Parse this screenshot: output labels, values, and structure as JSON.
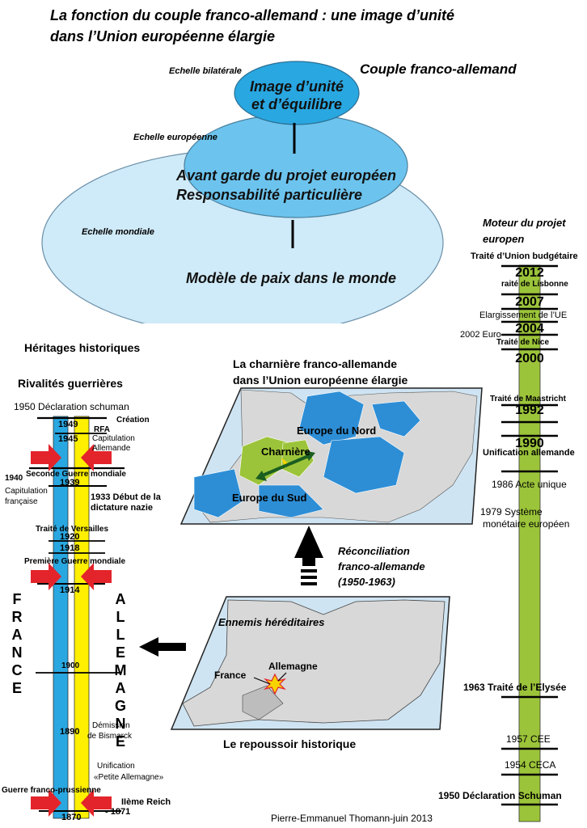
{
  "title": {
    "line1": "La fonction du couple franco-allemand : une image d’unité",
    "line2": "dans l’Union européenne élargie"
  },
  "ellipses": {
    "heading": "Couple franco-allemand",
    "scale_bilateral": "Echelle bilatérale",
    "scale_european": "Echelle européenne",
    "scale_world": "Echelle mondiale",
    "inner_line1": "Image d’unité",
    "inner_line2": "et d’équilibre",
    "middle_line1": "Avant garde du projet européen",
    "middle_line2": "Responsabilité particulière",
    "outer": "Modèle de paix dans le monde",
    "colors": {
      "inner": "#29a7e1",
      "middle": "#6cc4ee",
      "outer": "#cfeaf8"
    }
  },
  "left_timeline": {
    "heading": "Héritages historiques",
    "subheading": "Rivalités guerrières",
    "france_letters": [
      "F",
      "R",
      "A",
      "N",
      "C",
      "E"
    ],
    "germany_letters": [
      "A",
      "L",
      "L",
      "E",
      "M",
      "A",
      "G",
      "N",
      "E"
    ],
    "labels": {
      "declaration_1950": "1950 Déclaration schuman",
      "y1949": "1949",
      "creation": "Création",
      "rfa": "RFA",
      "y1945": "1945",
      "capitulation_all_1": "Capitulation",
      "capitulation_all_2": "Allemande",
      "ww2": "Seconde Guerre mondiale",
      "y1940": "1940",
      "y1939": "1939",
      "capitulation_fr_1": "Capitulation",
      "capitulation_fr_2": "française",
      "nazi_1": "1933 Début de la",
      "nazi_2": "dictature nazie",
      "versailles": "Traité de Versailles",
      "y1920": "1920",
      "y1918": "1918",
      "ww1": "Première Guerre mondiale",
      "y1914": "1914",
      "y1900": "1900",
      "y1890": "1890",
      "bismarck_1": "Démission",
      "bismarck_2": "de Bismarck",
      "unif_1": "Unification",
      "unif_2": "«Petite Allemagne»",
      "franco_prussian": "Guerre franco-prussienne",
      "reich": "IIème Reich",
      "y1870": "1870",
      "y1871": "- 1871"
    },
    "colors": {
      "france": "#29a7e1",
      "germany": "#ffef00",
      "arrow": "#e3242b"
    }
  },
  "maps": {
    "top_title_1": "La charnière franco-allemande",
    "top_title_2": "dans l’Union européenne élargie",
    "nord": "Europe du Nord",
    "charniere": "Charnière",
    "sud": "Europe du Sud",
    "reconciliation_1": "Réconciliation",
    "reconciliation_2": "franco-allemande",
    "reconciliation_3": "(1950-1963)",
    "ennemis": "Ennemis héréditaires",
    "france": "France",
    "allemagne": "Allemagne",
    "repoussoir": "Le repoussoir historique",
    "colors": {
      "eu": "#2d8ed6",
      "core": "#9cc43a",
      "sea": "#cfe4f2",
      "land": "#d8d8d8"
    }
  },
  "right_timeline": {
    "heading_1": "Moteur du projet",
    "heading_2": "europen",
    "labels": {
      "budget": "Traité d’Union budgétaire",
      "y2012": "2012",
      "lisbonne": "raité de Lisbonne",
      "y2007": "2007",
      "elargissement": "Elargissement de l’UE",
      "y2004": "2004",
      "euro": "2002 Euro",
      "nice": "Traité de Nice",
      "y2000": "2000",
      "maastricht": "Traité de Maastricht",
      "y1992": "1992",
      "y1990": "1990",
      "unification": "Unification allemande",
      "acte": "1986 Acte unique",
      "sme_1": "1979 Système",
      "sme_2": "monétaire européen",
      "elysee": "1963 Traité de l’Elysée",
      "cee": "1957 CEE",
      "ceca": "1954 CECA",
      "schuman": "1950 Déclaration Schuman"
    },
    "colors": {
      "bar": "#9cc43a"
    }
  },
  "credit": "Pierre-Emmanuel Thomann-juin 2013"
}
